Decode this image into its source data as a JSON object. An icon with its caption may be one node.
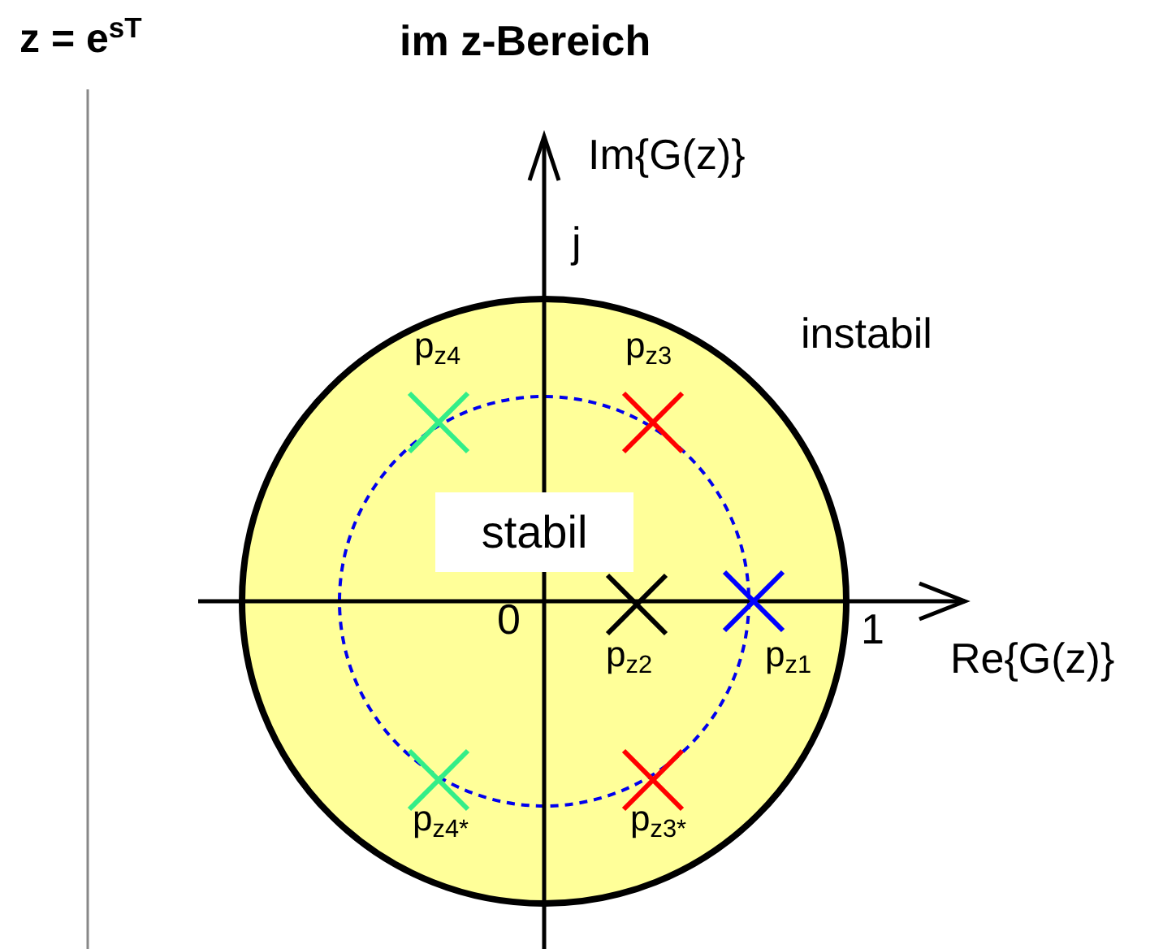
{
  "diagram": {
    "title": "im z-Bereich",
    "nodes": [
      {
        "text": [
          "stabil"
        ]
      }
    ],
    "labels": [
      "z = e$^{sT}$",
      "Im{G(z)}",
      "j",
      "instabil",
      "p$_{z4}$",
      "p$_{z3}$",
      "0",
      "p$_{z2}$",
      "p$_{z1}$",
      "1",
      "Re{G(z)}",
      "p$_{z4*}$",
      "p$_{z3*}$"
    ]
  }
}
